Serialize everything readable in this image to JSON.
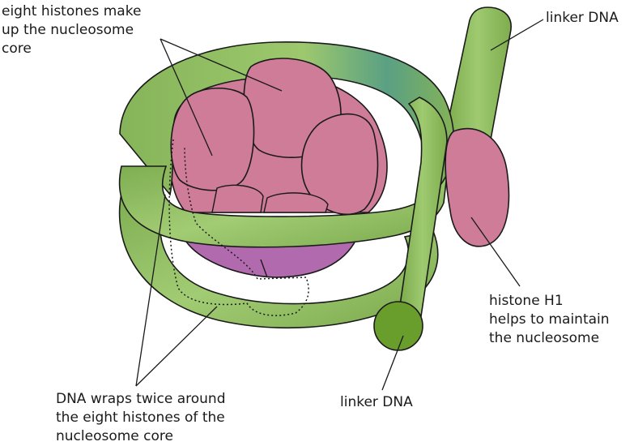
{
  "labels": {
    "histones": {
      "lines": [
        "eight histones make",
        "up the nucleosome",
        "core"
      ]
    },
    "linker_top": {
      "text": "linker DNA"
    },
    "histone_h1": {
      "lines": [
        "histone H1",
        "helps to maintain",
        "the nucleosome"
      ]
    },
    "linker_bottom": {
      "text": "linker DNA"
    },
    "dna_wraps": {
      "lines": [
        "DNA wraps twice around",
        "the eight histones of the",
        "nucleosome core"
      ]
    }
  },
  "colors": {
    "dna_green": "#8fbf63",
    "dna_green_dark": "#5f8f33",
    "dna_end_green": "#6a9e2c",
    "histone_pink": "#cf7c98",
    "histone_purple": "#b26aae",
    "outline": "#1a1a1a",
    "dna_highlight": "#4a9a7a"
  }
}
